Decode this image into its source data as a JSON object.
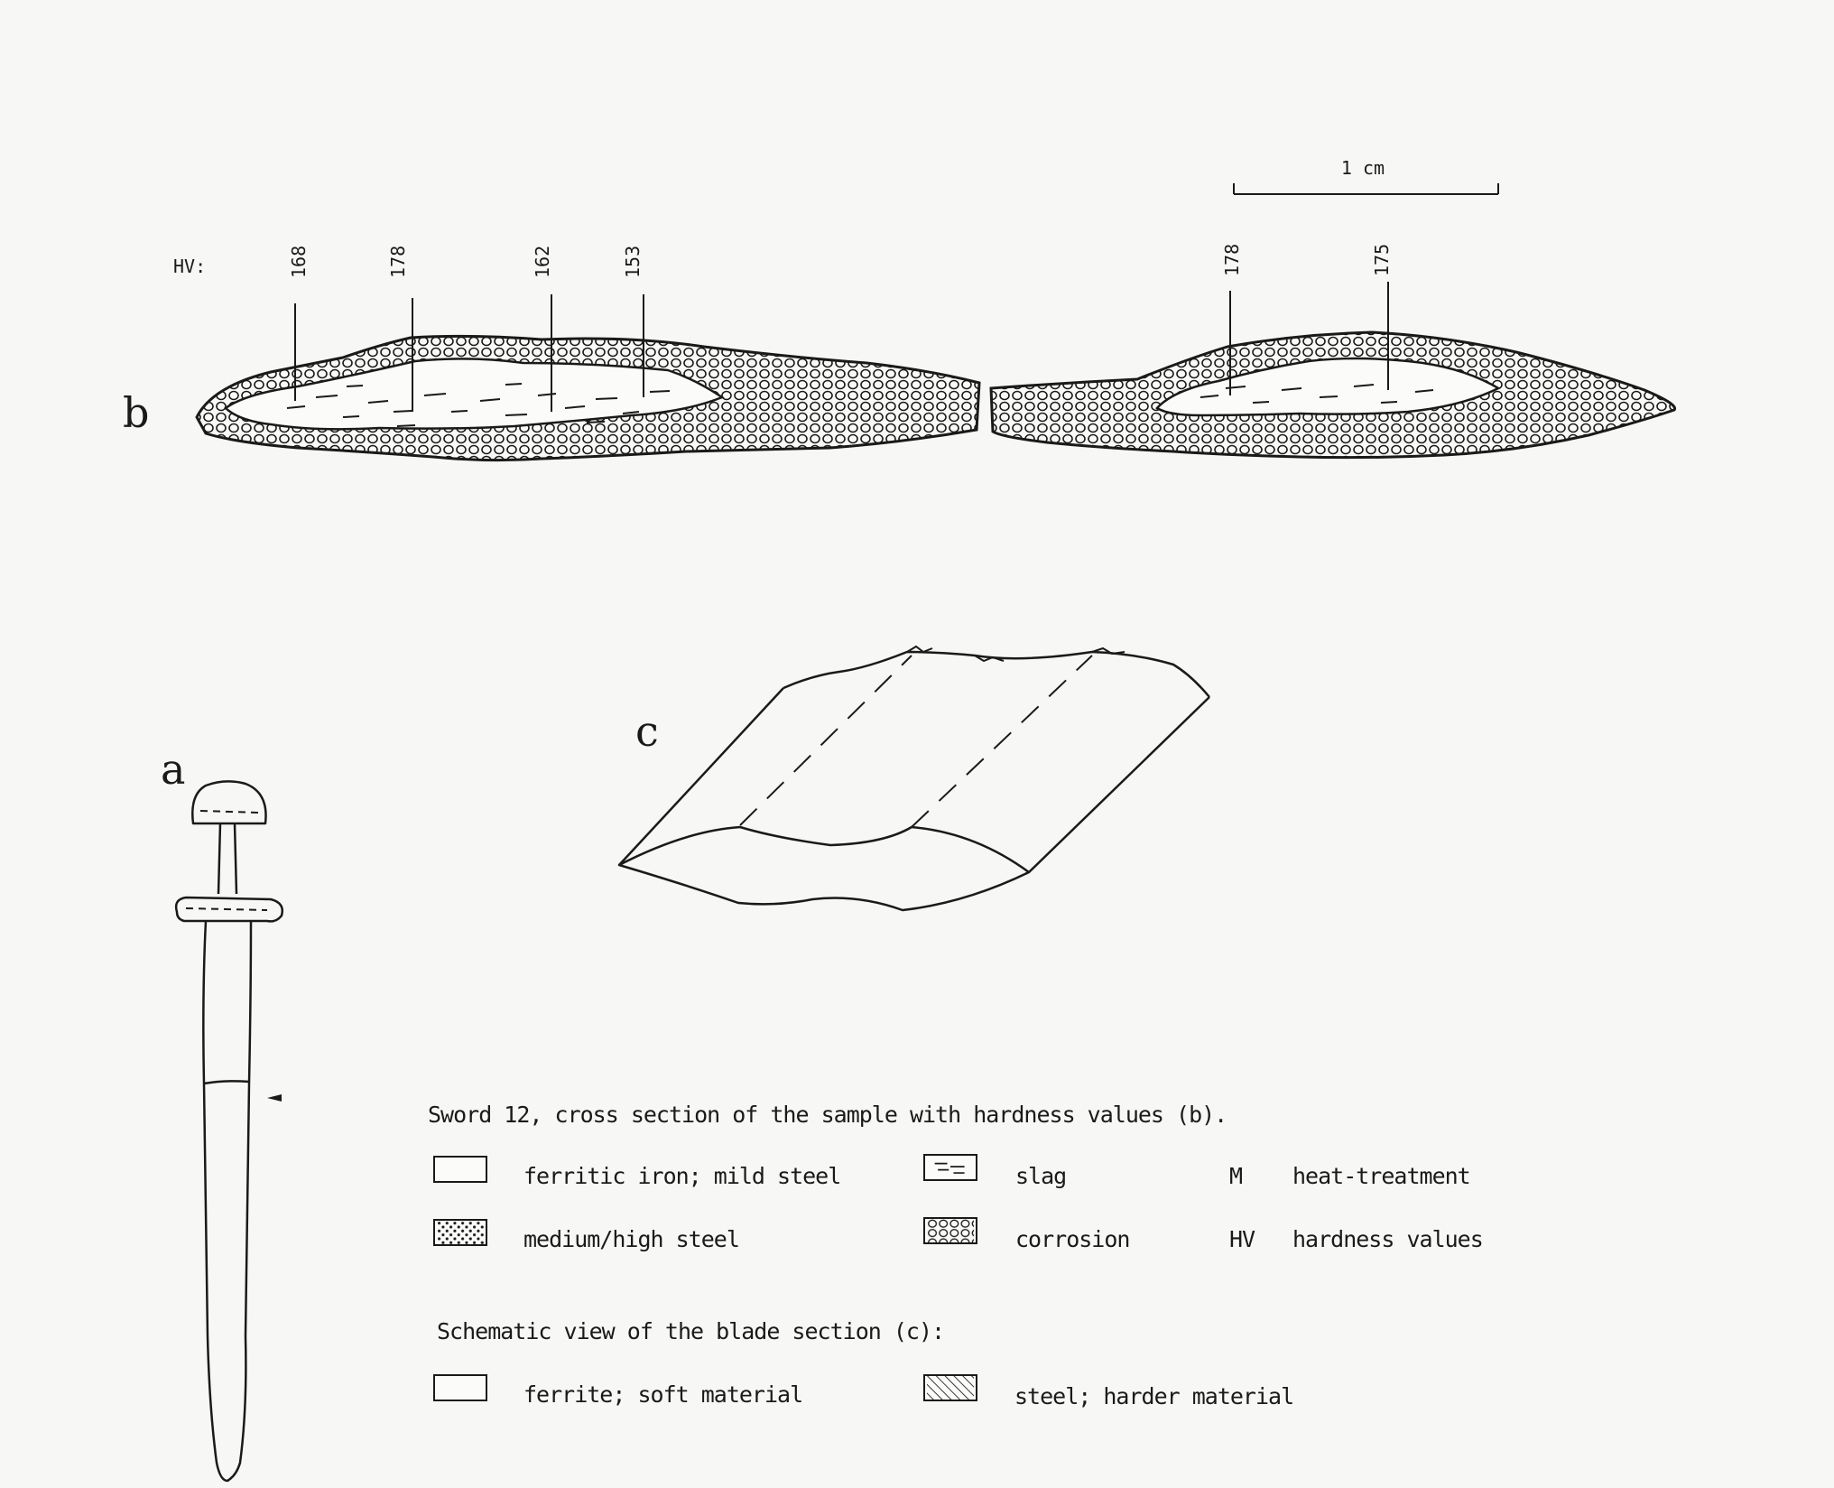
{
  "figure": {
    "panel_a": "a",
    "panel_b": "b",
    "panel_c": "c",
    "scale_label": "1 cm",
    "hv_prefix": "HV:",
    "hardness_values": [
      "168",
      "178",
      "162",
      "153",
      "178",
      "175"
    ]
  },
  "legend": {
    "caption_b": "Sword 12, cross section of the sample with hardness values (b).",
    "items_b": [
      {
        "label": "ferritic iron; mild steel",
        "icon": "plain-box-icon"
      },
      {
        "label": "slag",
        "icon": "slag-hatch-icon"
      },
      {
        "label": "medium/high steel",
        "icon": "dotted-box-icon"
      },
      {
        "label": "corrosion",
        "icon": "corrosion-circles-icon"
      }
    ],
    "abbreviations": [
      {
        "code": "M",
        "label": "heat-treatment"
      },
      {
        "code": "HV",
        "label": "hardness values"
      }
    ],
    "caption_c": "Schematic view of the blade section (c):",
    "items_c": [
      {
        "label": "ferrite; soft material",
        "icon": "plain-box-icon"
      },
      {
        "label": "steel; harder material",
        "icon": "diagonal-hatch-icon"
      }
    ]
  },
  "colors": {
    "ink": "#1a1a1a",
    "paper": "#f7f7f5"
  }
}
